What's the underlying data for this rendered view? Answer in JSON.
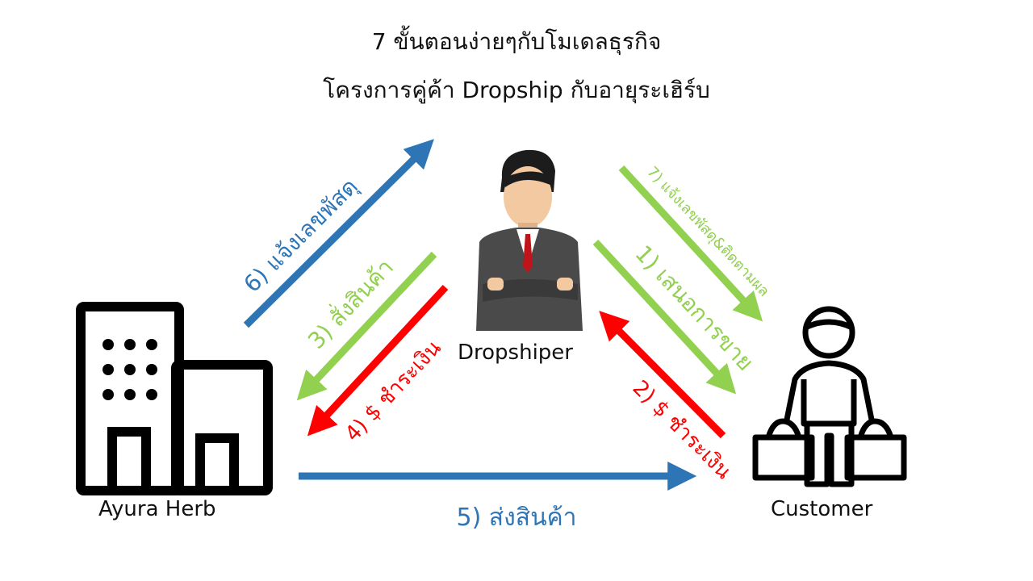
{
  "title": {
    "line1": "7 ขั้นตอนง่ายๆกับโมเดลธุรกิจ",
    "line2": "โครงการคู่ค้า Dropship กับอายุระเฮิร์บ"
  },
  "nodes": {
    "supplier": "Ayura Herb",
    "dropshipper": "Dropshiper",
    "customer": "Customer"
  },
  "steps": {
    "s1": "1) เสนอการขาย",
    "s2": "2) $ ชำระเงิน",
    "s3": "3) สั่งสินค้า",
    "s4": "4) $ ชำระเงิน",
    "s5": "5) ส่งสินค้า",
    "s6": "6) แจ้งเลขพัสดุ",
    "s7": "7) แจ้งเลขพัสดุ&ติดตามผล"
  },
  "colors": {
    "blue": "#2e75b6",
    "green": "#92d050",
    "red": "#ff0000",
    "icon": "#000000"
  },
  "icons": {
    "building": "building-icon",
    "businessman": "businessman-icon",
    "shopper": "shopper-icon"
  }
}
